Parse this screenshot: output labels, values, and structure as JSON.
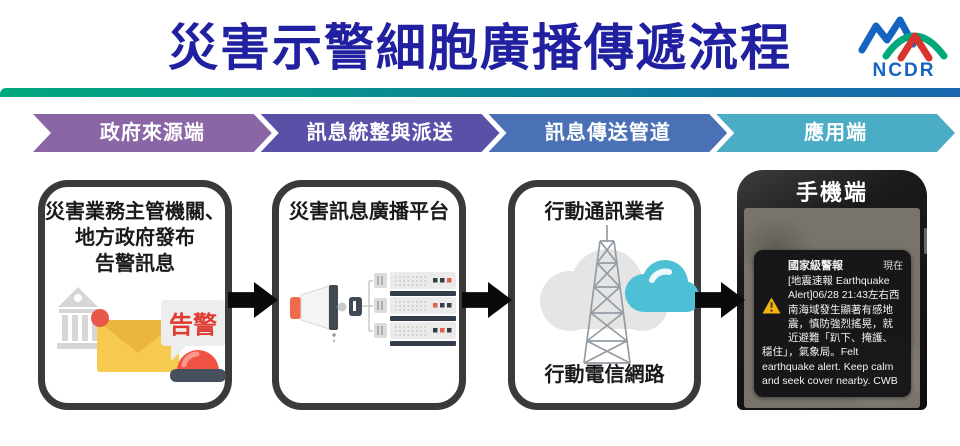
{
  "header": {
    "title": "災害示警細胞廣播傳遞流程",
    "title_color": "#2020a0",
    "accent_gradient": [
      "#00a87d",
      "#1766ae"
    ],
    "logo_text": "NCDR"
  },
  "stages": [
    {
      "label": "政府來源端",
      "color": "#8a66a6"
    },
    {
      "label": "訊息統整與派送",
      "color": "#5a50a8"
    },
    {
      "label": "訊息傳送管道",
      "color": "#4a70b5"
    },
    {
      "label": "應用端",
      "color": "#4aadc5"
    }
  ],
  "flow_boxes": [
    {
      "title_lines": [
        "災害業務主管機關、",
        "地方政府發布",
        "告警訊息"
      ],
      "alert_label": "告警",
      "icons": [
        "government-building-icon",
        "envelope-icon",
        "alert-bubble-icon",
        "siren-icon"
      ]
    },
    {
      "title": "災害訊息廣播平台",
      "icons": [
        "megaphone-icon",
        "server-rack-icon"
      ]
    },
    {
      "title": "行動通訊業者",
      "caption": "行動電信網路",
      "icons": [
        "cloud-icon",
        "teal-cloud-icon",
        "cell-tower-icon"
      ]
    }
  ],
  "phone": {
    "label": "手機端",
    "notification": {
      "app_title": "國家級警報",
      "time": "現在",
      "message": "[地震速報 Earthquake Alert]06/28 21:43左右西南海域發生顯著有感地震，慎防強烈搖晃，就近避難「趴下、掩護、穩住」，氣象局。Felt earthquake alert. Keep calm and seek cover nearby. CWB",
      "warning_color": "#f6b40e"
    }
  }
}
